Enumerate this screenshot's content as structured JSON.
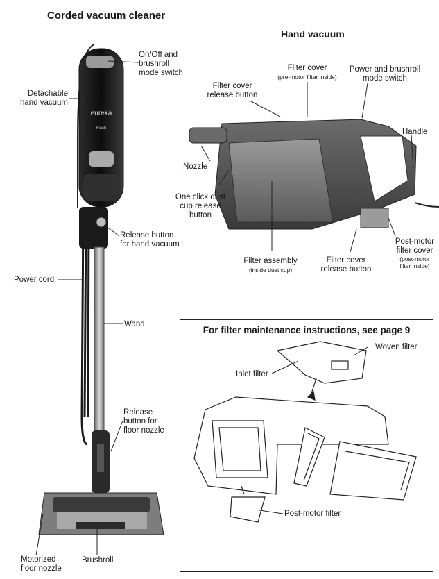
{
  "corded": {
    "title": "Corded vacuum cleaner",
    "labels": {
      "onoff": "On/Off and\nbrushroll\nmode switch",
      "detachable": "Detachable\nhand vacuum",
      "release_hand": "Release button\nfor hand vacuum",
      "power_cord": "Power cord",
      "wand": "Wand",
      "release_floor": "Release\nbutton for\nfloor nozzle",
      "motorized": "Motorized\nfloor nozzle",
      "brushroll": "Brushroll"
    },
    "brand_logo": "eureka",
    "model_logo": "Flash"
  },
  "hand": {
    "title": "Hand vacuum",
    "labels": {
      "filter_cover": "Filter cover",
      "filter_cover_sub": "(pre-motor filter inside)",
      "power_brushroll": "Power and brushroll\nmode switch",
      "filter_cover_release_top": "Filter cover\nrelease button",
      "handle": "Handle",
      "nozzle": "Nozzle",
      "one_click": "One click dust\ncup release\nbutton",
      "filter_assembly": "Filter assembly",
      "filter_assembly_sub": "(inside dust cup)",
      "filter_cover_release_bottom": "Filter cover\nrelease button",
      "post_motor_cover": "Post-motor\nfilter cover",
      "post_motor_cover_sub": "(post-motor\nfilter inside)"
    }
  },
  "maintenance": {
    "title": "For filter maintenance instructions, see page 9",
    "labels": {
      "woven": "Woven filter",
      "inlet": "Inlet filter",
      "post_motor": "Post-motor filter"
    }
  }
}
